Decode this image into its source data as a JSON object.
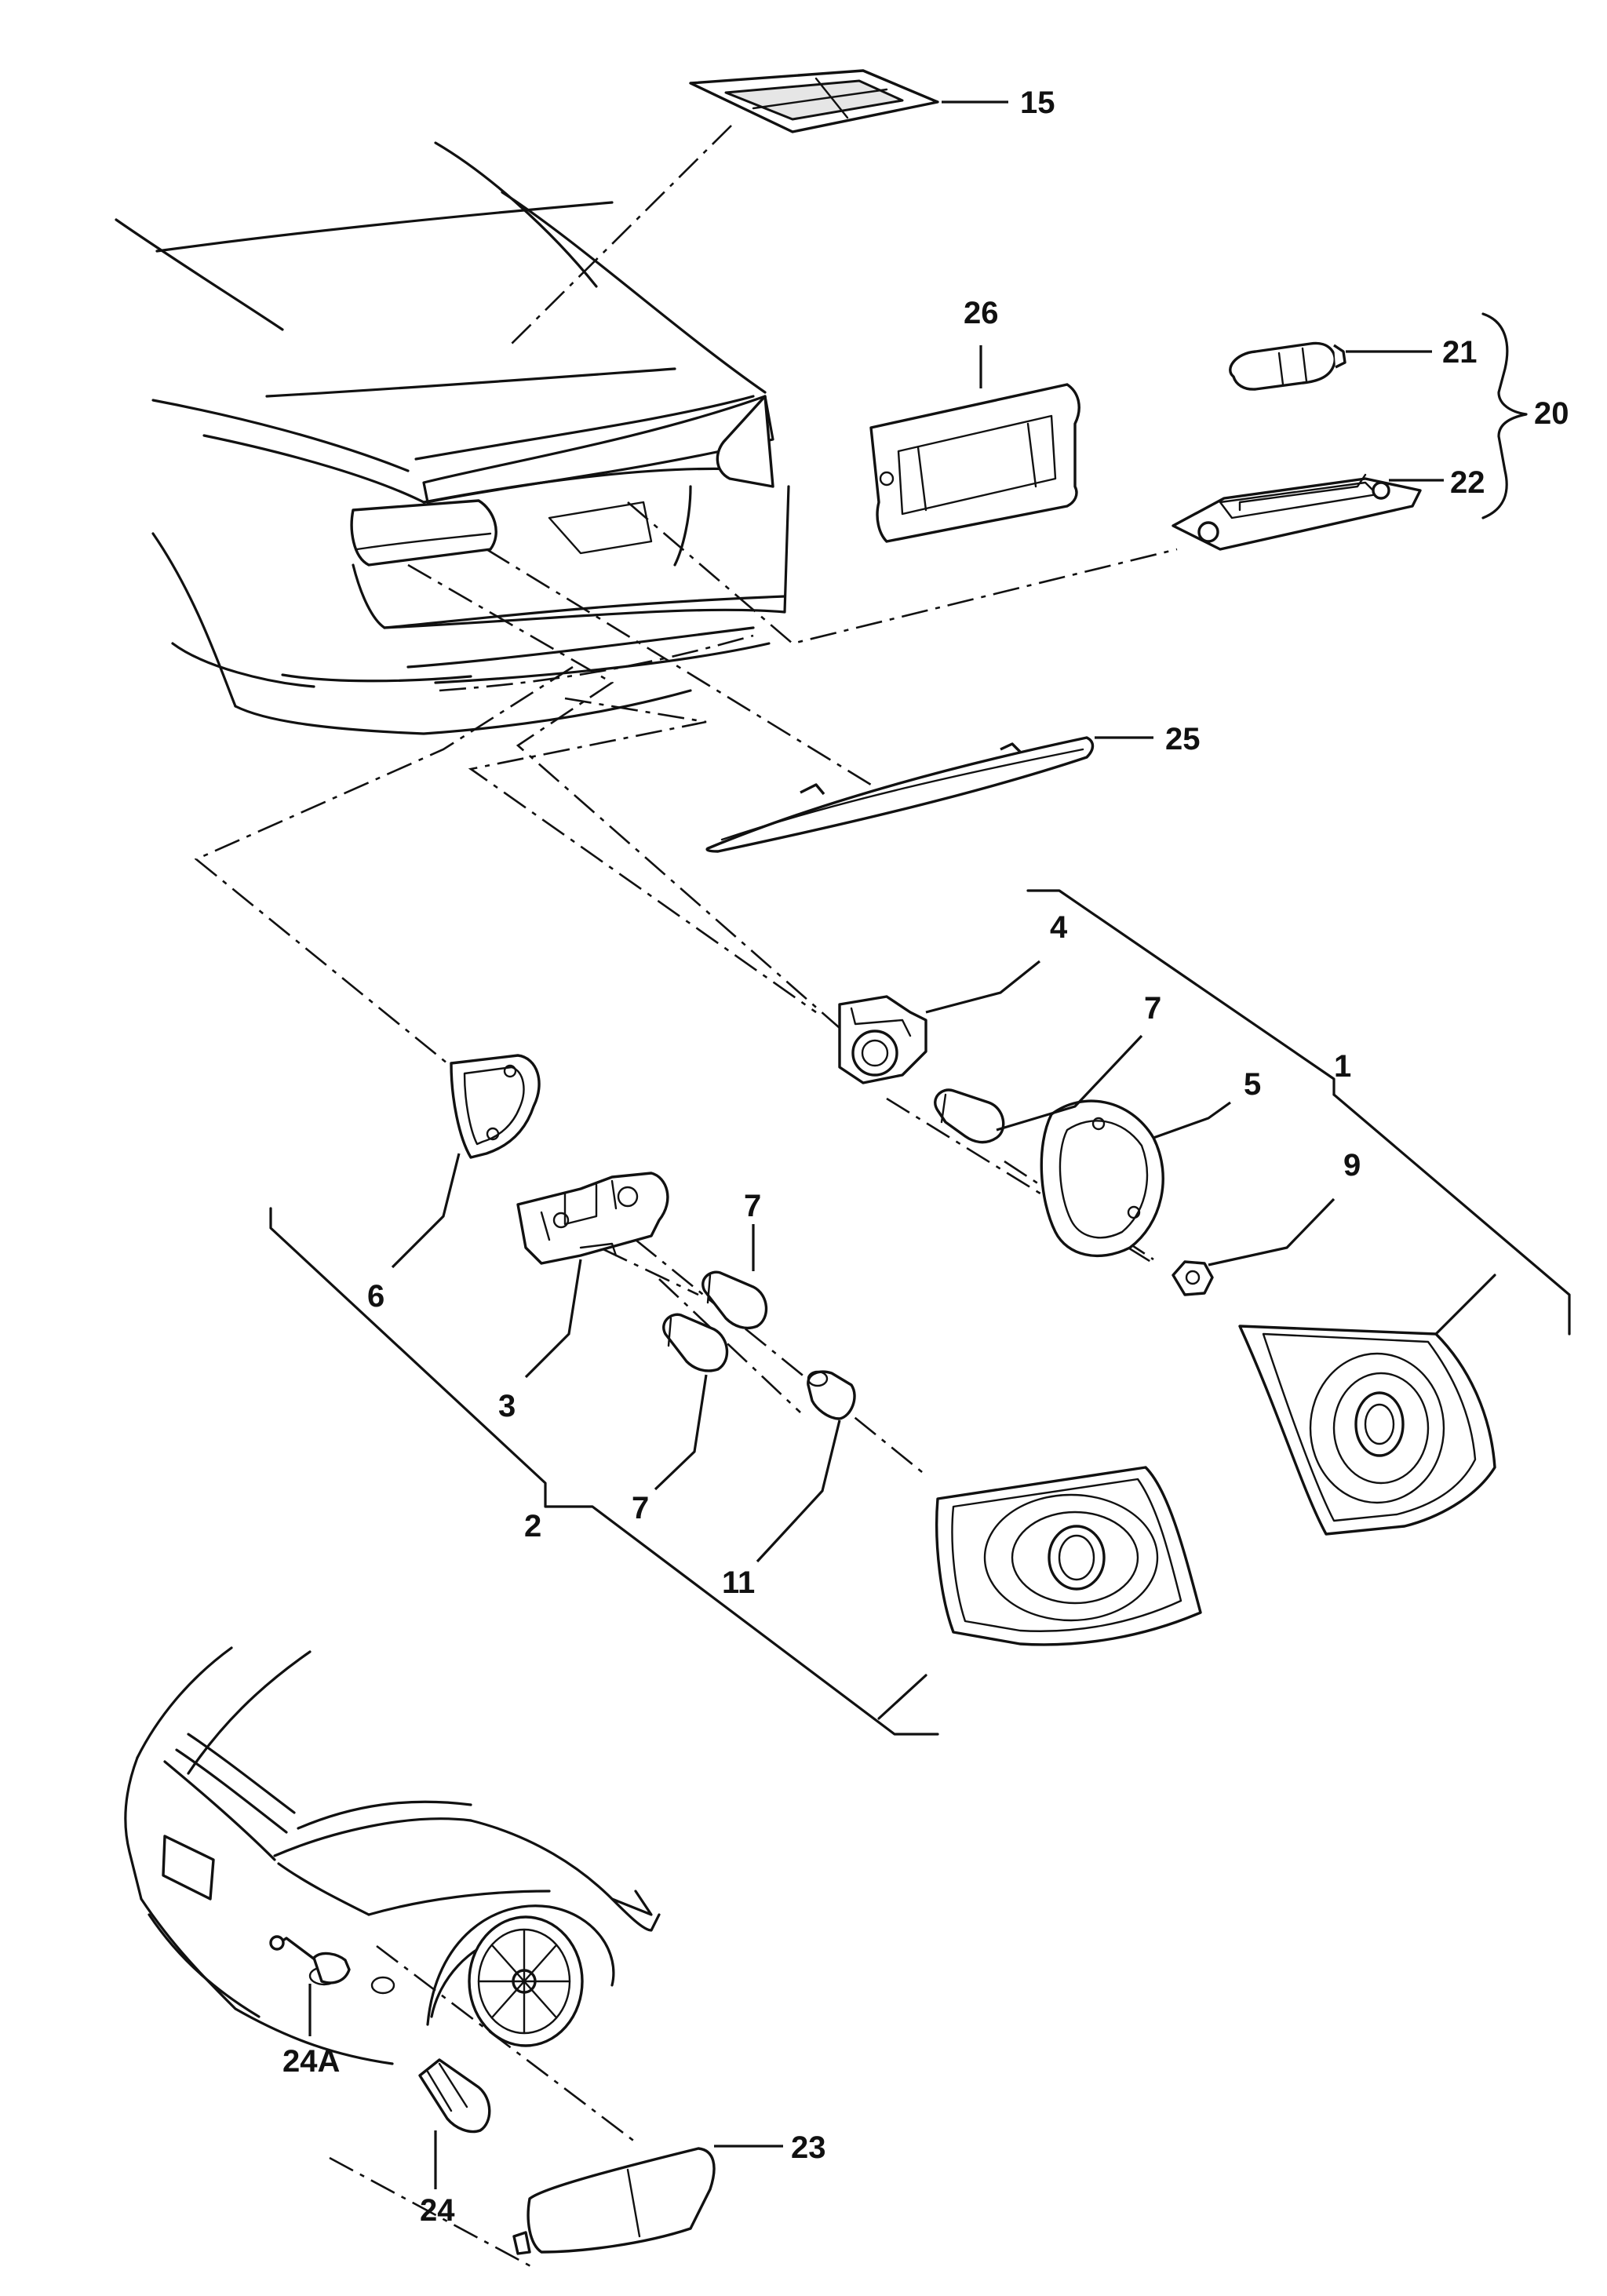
{
  "callouts": {
    "c15": "15",
    "c26": "26",
    "c21": "21",
    "c20": "20",
    "c22": "22",
    "c25": "25",
    "c4": "4",
    "c7_top": "7",
    "c1": "1",
    "c5": "5",
    "c9": "9",
    "c6": "6",
    "c3": "3",
    "c7_mid": "7",
    "c7_low": "7",
    "c2": "2",
    "c11": "11",
    "c23": "23",
    "c24A": "24A",
    "c24": "24"
  }
}
